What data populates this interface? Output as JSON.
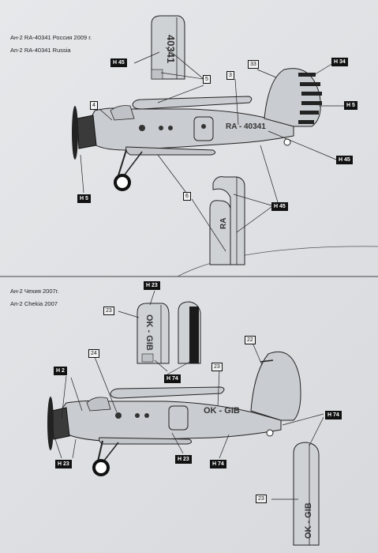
{
  "section1": {
    "caption_ru": "Ан-2 RA-40341 Россия 2009 г.",
    "caption_en": "Ап-2 RA-40341 Russia",
    "registration": "RA - 40341",
    "fin_registration": "40341",
    "fin_small": "RA",
    "tags": {
      "h45_top": "H 45",
      "h34": "H 34",
      "h5_right": "H 5",
      "h45_right": "H 45",
      "h5_left": "H 5",
      "h45_bottom": "H 45",
      "n3": "3",
      "n33": "33",
      "n4": "4",
      "n5": "5",
      "n6": "6"
    }
  },
  "section2": {
    "caption_ru": "Ан-2 Чехия 2007г.",
    "caption_en": "Ап-2 Chekia 2007",
    "registration": "OK - GIB",
    "wing_registration": "OK - GIB",
    "tail_registration": "OK - GIB",
    "tags": {
      "h23_top": "H 23",
      "n23_a": "23",
      "h74_a": "H 74",
      "n24": "24",
      "h2": "H 2",
      "n22": "22",
      "n23_b": "23",
      "h74_right": "H 74",
      "h23_left": "H 23",
      "h23_bottom": "H 23",
      "h74_bottom": "H 74",
      "n23_c": "23"
    }
  },
  "colors": {
    "paper": "#e2e4e6",
    "ink": "#111111",
    "aircraft_fill": "#c9ccd0"
  }
}
